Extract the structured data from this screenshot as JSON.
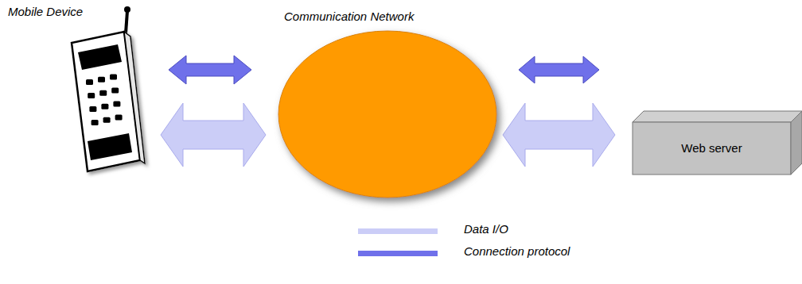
{
  "diagram": {
    "nodes": [
      {
        "text": [
          "Mobile Device"
        ]
      },
      {
        "text": [
          "Communication Network"
        ]
      },
      {
        "text": [
          "Web server"
        ]
      }
    ],
    "edges": [
      {
        "from": 0,
        "to": 1,
        "arrow": "both"
      },
      {
        "from": 0,
        "to": 1,
        "arrow": "both"
      },
      {
        "from": 1,
        "to": 2,
        "arrow": "both"
      },
      {
        "from": 1,
        "to": 2,
        "arrow": "both"
      }
    ],
    "legend": [
      {
        "text": "Data I/O",
        "color": "#cbcdf7"
      },
      {
        "text": "Connection protocol",
        "color": "#6f70ea"
      }
    ]
  }
}
